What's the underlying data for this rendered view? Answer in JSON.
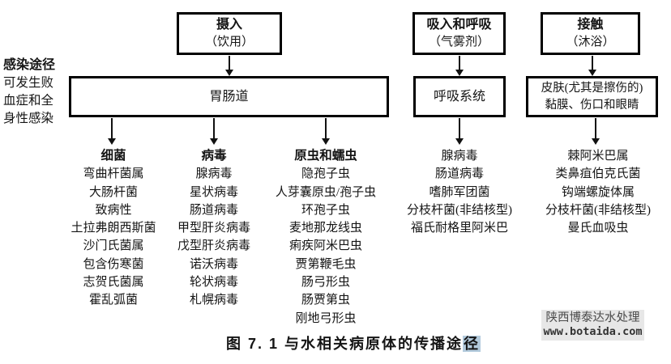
{
  "figure": {
    "left_note": {
      "title": "感染途径",
      "lines": [
        "可发生败",
        "血症和全",
        "身性感染"
      ]
    },
    "caption_prefix": "图 7. 1  与水相关病原体的传播途",
    "caption_highlight": "径",
    "watermark": {
      "line1": "陕西博泰达水处理",
      "line2": "www.botaida.com"
    }
  },
  "routes": [
    {
      "title": "摄入",
      "subtitle": "（饮用）"
    },
    {
      "title": "吸入和呼吸",
      "subtitle": "（气雾剂）"
    },
    {
      "title": "接触",
      "subtitle": "（沐浴）"
    }
  ],
  "systems": [
    {
      "label": "胃肠道"
    },
    {
      "label": "呼吸系统"
    },
    {
      "line1": "皮肤(尤其是擦伤的)",
      "line2": "黏膜、伤口和眼睛"
    }
  ],
  "pathogen_columns": [
    {
      "header": "细菌",
      "items": [
        "弯曲杆菌属",
        "大肠杆菌",
        "致病性",
        "土拉弗朗西斯菌",
        "沙门氏菌属",
        "包含伤寒菌",
        "志贺氏菌属",
        "霍乱弧菌"
      ]
    },
    {
      "header": "病毒",
      "items": [
        "腺病毒",
        "星状病毒",
        "肠道病毒",
        "甲型肝炎病毒",
        "戊型肝炎病毒",
        "诺沃病毒",
        "轮状病毒",
        "札幌病毒"
      ]
    },
    {
      "header": "原虫和蠕虫",
      "items": [
        "隐孢子虫",
        "人芽囊原虫/孢子虫",
        "环孢子虫",
        "麦地那龙线虫",
        "痢疾阿米巴虫",
        "贾第鞭毛虫",
        "肠弓形虫",
        "肠贾第虫",
        "刚地弓形虫"
      ]
    },
    {
      "items": [
        "腺病毒",
        "肠道病毒",
        "嗜肺军团菌",
        "分枝杆菌(非结核型)",
        "福氏耐格里阿米巴"
      ]
    },
    {
      "items": [
        "棘阿米巴属",
        "类鼻疽伯克氏菌",
        "钩端螺旋体属",
        "分枝杆菌(非结核型)",
        "曼氏血吸虫"
      ]
    }
  ],
  "colors": {
    "highlight": "#b3cbdd",
    "watermark_bg": "#e7e7e7",
    "line": "#111111"
  }
}
